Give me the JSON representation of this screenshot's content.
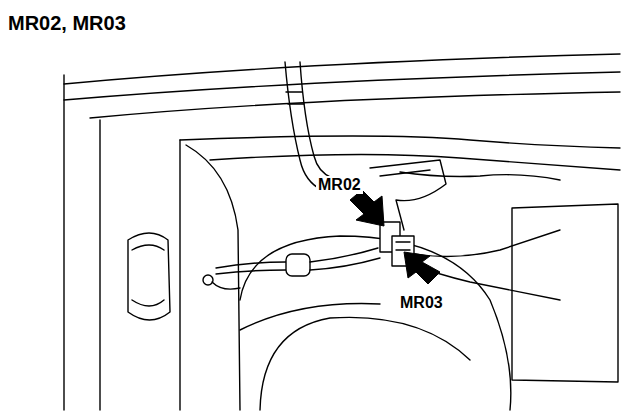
{
  "diagram": {
    "title": "MR02, MR03",
    "labels": [
      "MR02",
      "MR03"
    ]
  }
}
